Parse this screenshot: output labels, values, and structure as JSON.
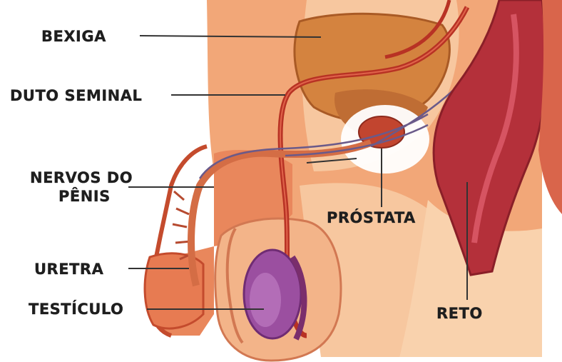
{
  "diagram": {
    "labels": {
      "bladder": "BEXIGA",
      "seminal_duct": "DUTO SEMINAL",
      "penile_nerves_line1": "NERVOS DO",
      "penile_nerves_line2": "PÊNIS",
      "urethra": "URETRA",
      "testicle": "TESTÍCULO",
      "prostate": "PRÓSTATA",
      "rectum": "RETO"
    },
    "colors": {
      "skin": "#f2a778",
      "skin_light": "#f7c79f",
      "skin_dark": "#d8724a",
      "bladder": "#d4833f",
      "vessel": "#b83224",
      "rectum": "#b4303a",
      "testicle": "#9b4fa0",
      "testicle_dark": "#6f2c73",
      "prostate_halo": "#ffffff",
      "leader_line": "#333333",
      "label_text": "#1e1e1e"
    }
  }
}
